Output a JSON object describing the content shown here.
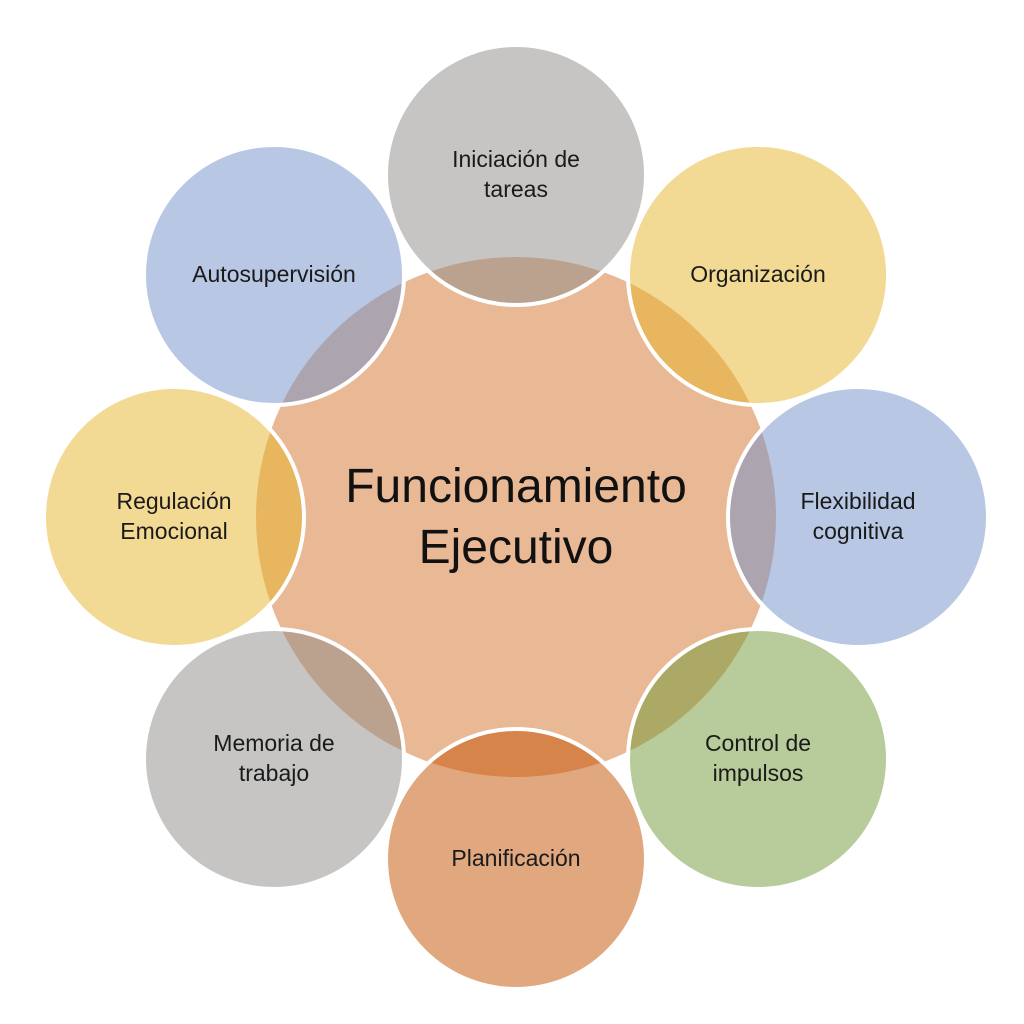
{
  "diagram": {
    "type": "radial-cycle",
    "background_color": "#FFFFFF",
    "text_color": "#1A1A1A",
    "node_border_color": "#FFFFFF",
    "node_fill_opacity": 0.5,
    "center": {
      "label": "Funcionamiento\nEjecutivo",
      "fill": "#E9B895"
    },
    "nodes": [
      {
        "label": "Iniciación de\ntareas",
        "fill": "#8D8B89",
        "position": "top"
      },
      {
        "label": "Organización",
        "fill": "#E5B329",
        "position": "top-right"
      },
      {
        "label": "Flexibilidad\ncognitiva",
        "fill": "#6F8FC9",
        "position": "right"
      },
      {
        "label": "Control de\nimpulsos",
        "fill": "#6F9737",
        "position": "bottom-right"
      },
      {
        "label": "Planificación",
        "fill": "#C34F00",
        "position": "bottom"
      },
      {
        "label": "Memoria de\ntrabajo",
        "fill": "#8D8B89",
        "position": "bottom-left"
      },
      {
        "label": "Regulación\nEmocional",
        "fill": "#E5B329",
        "position": "left"
      },
      {
        "label": "Autosupervisión",
        "fill": "#6F8FC9",
        "position": "top-left"
      }
    ]
  }
}
